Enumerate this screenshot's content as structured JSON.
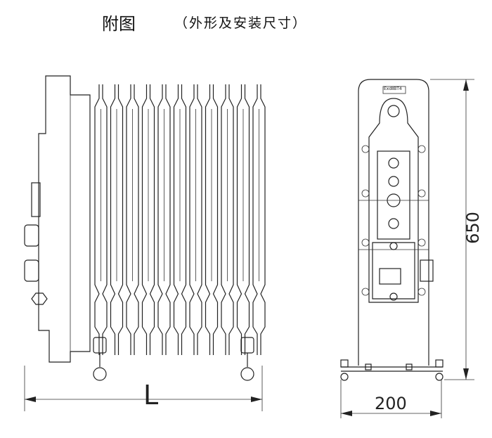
{
  "header": {
    "title": "附图",
    "subtitle": "（外形及安装尺寸）"
  },
  "left_view": {
    "dimension_label": "L"
  },
  "right_view": {
    "nameplate": "ExdⅡBT4",
    "height_label": "650",
    "width_label": "200"
  }
}
